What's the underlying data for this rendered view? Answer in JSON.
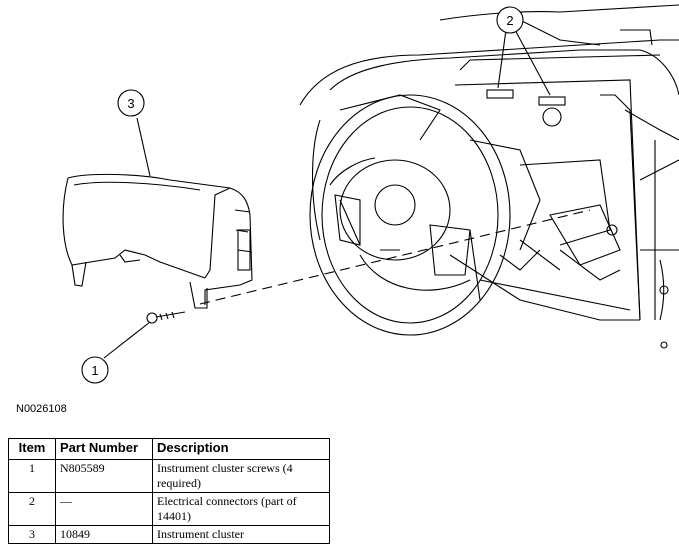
{
  "figure": {
    "id": "N0026108",
    "callouts": [
      "1",
      "2",
      "3"
    ]
  },
  "table": {
    "headers": [
      "Item",
      "Part Number",
      "Description"
    ],
    "rows": [
      {
        "item": "1",
        "part_number": "N805589",
        "description": "Instrument cluster screws (4 required)"
      },
      {
        "item": "2",
        "part_number": "—",
        "description": "Electrical connectors (part of 14401)"
      },
      {
        "item": "3",
        "part_number": "10849",
        "description": "Instrument cluster"
      }
    ]
  }
}
